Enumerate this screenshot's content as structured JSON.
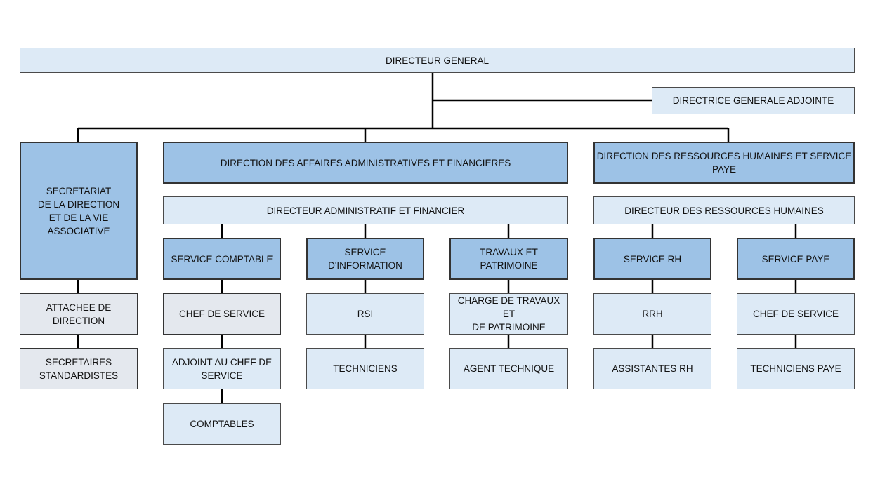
{
  "chart_data": {
    "type": "orgchart",
    "nodes": {
      "dg": "DIRECTEUR GENERAL",
      "dga": "DIRECTRICE GENERALE ADJOINTE",
      "sec": "SECRETARIAT\nDE LA DIRECTION\nET DE LA VIE\nASSOCIATIVE",
      "att": "ATTACHEE DE DIRECTION",
      "std": "SECRETAIRES\nSTANDARDISTES",
      "daaf": "DIRECTION DES AFFAIRES ADMINISTRATIVES ET FINANCIERES",
      "drh": "DIRECTION DES RESSOURCES HUMAINES ET SERVICE\nPAYE",
      "dir_af": "DIRECTEUR ADMINISTRATIF ET FINANCIER",
      "dir_rh": "DIRECTEUR DES RESSOURCES HUMAINES",
      "svc_compta": "SERVICE COMPTABLE",
      "svc_info": "SERVICE\nD'INFORMATION",
      "svc_trav": "TRAVAUX ET\nPATRIMOINE",
      "svc_rh": "SERVICE RH",
      "svc_paye": "SERVICE PAYE",
      "chef1": "CHEF DE SERVICE",
      "rsi": "RSI",
      "charge": "CHARGE DE TRAVAUX ET\nDE PATRIMOINE",
      "rrh": "RRH",
      "chef2": "CHEF DE SERVICE",
      "adjoint": "ADJOINT AU CHEF DE\nSERVICE",
      "tech": "TECHNICIENS",
      "agent": "AGENT TECHNIQUE",
      "assist": "ASSISTANTES RH",
      "techpaye": "TECHNICIENS PAYE",
      "comptables": "COMPTABLES"
    },
    "edges": [
      [
        "dg",
        "dga"
      ],
      [
        "dg",
        "sec"
      ],
      [
        "dg",
        "daaf"
      ],
      [
        "dg",
        "drh"
      ],
      [
        "sec",
        "att"
      ],
      [
        "att",
        "std"
      ],
      [
        "dir_af",
        "svc_compta"
      ],
      [
        "dir_af",
        "svc_info"
      ],
      [
        "dir_af",
        "svc_trav"
      ],
      [
        "dir_rh",
        "svc_rh"
      ],
      [
        "dir_rh",
        "svc_paye"
      ],
      [
        "svc_compta",
        "chef1"
      ],
      [
        "chef1",
        "adjoint"
      ],
      [
        "adjoint",
        "comptables"
      ],
      [
        "svc_info",
        "rsi"
      ],
      [
        "rsi",
        "tech"
      ],
      [
        "svc_trav",
        "charge"
      ],
      [
        "charge",
        "agent"
      ],
      [
        "svc_rh",
        "rrh"
      ],
      [
        "rrh",
        "assist"
      ],
      [
        "svc_paye",
        "chef2"
      ],
      [
        "chef2",
        "techpaye"
      ]
    ]
  }
}
